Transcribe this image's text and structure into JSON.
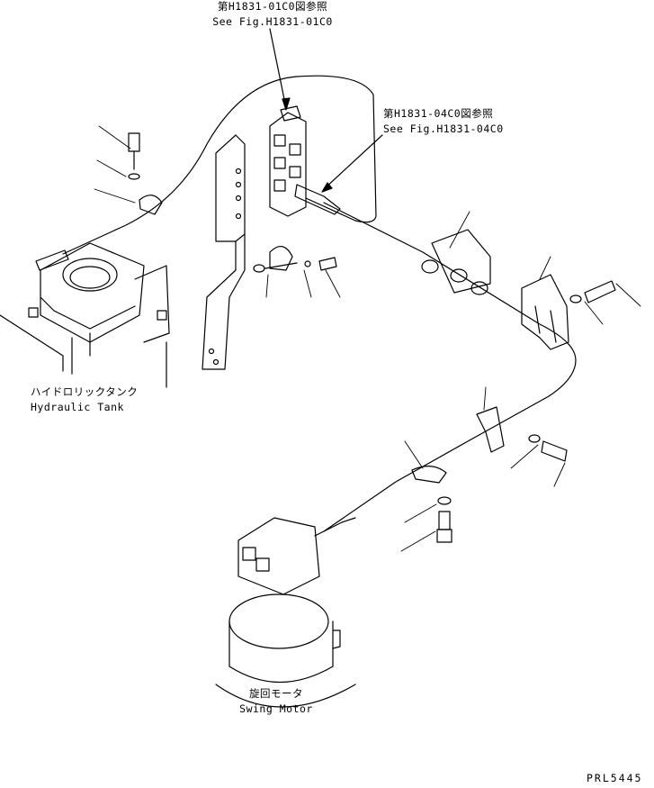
{
  "callouts": {
    "valve_ref": {
      "ja": "第H1831-01C0図参照",
      "en": "See Fig.H1831-01C0"
    },
    "hose_ref": {
      "ja": "第H1831-04C0図参照",
      "en": "See Fig.H1831-04C0"
    }
  },
  "components": {
    "hydraulic_tank": {
      "ja": "ハイドロリックタンク",
      "en": "Hydraulic Tank"
    },
    "swing_motor": {
      "ja": "旋回モータ",
      "en": "Swing Motor"
    }
  },
  "drawing_code": "PRL5445"
}
